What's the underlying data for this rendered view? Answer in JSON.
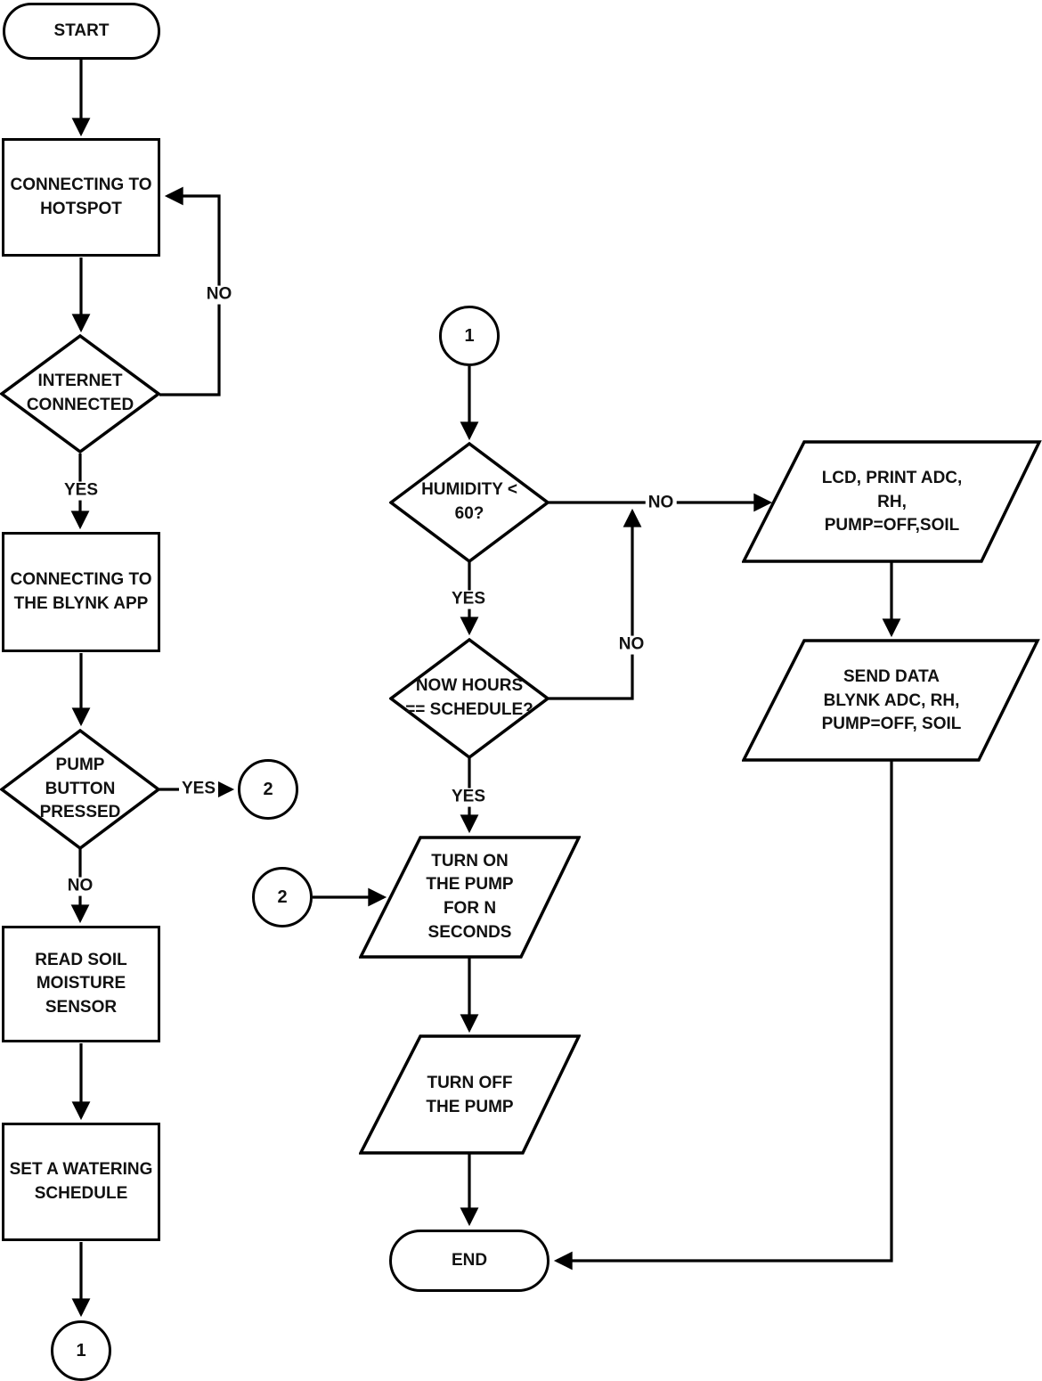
{
  "diagram": {
    "type": "flowchart",
    "background_color": "#ffffff",
    "line_color": "#000000",
    "text_color": "#111111"
  },
  "nodes": {
    "start": {
      "shape": "terminator",
      "label": "START"
    },
    "connect_hotspot": {
      "shape": "process",
      "label": "CONNECTING TO\nHOTSPOT"
    },
    "internet_connected": {
      "shape": "decision",
      "label": "INTERNET\nCONNECTED"
    },
    "connect_blynk": {
      "shape": "process",
      "label": "CONNECTING TO\nTHE BLYNK APP"
    },
    "pump_button": {
      "shape": "decision",
      "label": "PUMP\nBUTTON\nPRESSED"
    },
    "read_soil": {
      "shape": "process",
      "label": "READ SOIL\nMOISTURE\nSENSOR"
    },
    "watering_schedule": {
      "shape": "process",
      "label": "SET A WATERING\nSCHEDULE"
    },
    "connector_1_bottom": {
      "shape": "connector",
      "label": "1"
    },
    "connector_1_top": {
      "shape": "connector",
      "label": "1"
    },
    "connector_2_right": {
      "shape": "connector",
      "label": "2"
    },
    "connector_2_mid": {
      "shape": "connector",
      "label": "2"
    },
    "humidity": {
      "shape": "decision",
      "label": "HUMIDITY <\n60?"
    },
    "now_hours": {
      "shape": "decision",
      "label": "NOW HOURS\n== SCHEDULE?"
    },
    "lcd_print": {
      "shape": "io",
      "label": "LCD, PRINT ADC,\nRH,\nPUMP=OFF,SOIL"
    },
    "send_data": {
      "shape": "io",
      "label": "SEND DATA\nBLYNK ADC, RH,\nPUMP=OFF, SOIL"
    },
    "turn_on": {
      "shape": "io",
      "label": "TURN ON\nTHE PUMP\nFOR N\nSECONDS"
    },
    "turn_off": {
      "shape": "io",
      "label": "TURN OFF\nTHE PUMP"
    },
    "end": {
      "shape": "terminator",
      "label": "END"
    }
  },
  "edge_labels": {
    "internet_no": "NO",
    "internet_yes": "YES",
    "pump_yes": "YES",
    "pump_no": "NO",
    "humidity_yes": "YES",
    "humidity_no": "NO",
    "now_hours_no": "NO",
    "now_hours_yes": "YES"
  }
}
